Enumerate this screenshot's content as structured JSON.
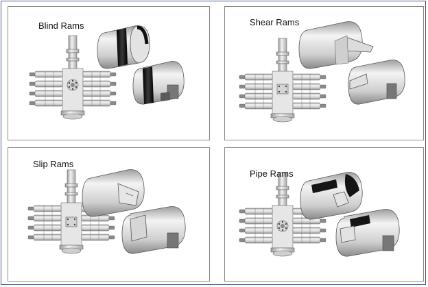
{
  "panels": [
    {
      "title": "Blind Rams"
    },
    {
      "title": "Shear Rams"
    },
    {
      "title": "Slip Rams"
    },
    {
      "title": "Pipe Rams"
    }
  ],
  "colors": {
    "border": "#3d5a80",
    "panel_border": "#8a8a8a",
    "metal_light": "#eeeeee",
    "metal_mid": "#bdbdbd",
    "metal_dark": "#7a7a7a",
    "rubber": "#1a1a1a"
  }
}
